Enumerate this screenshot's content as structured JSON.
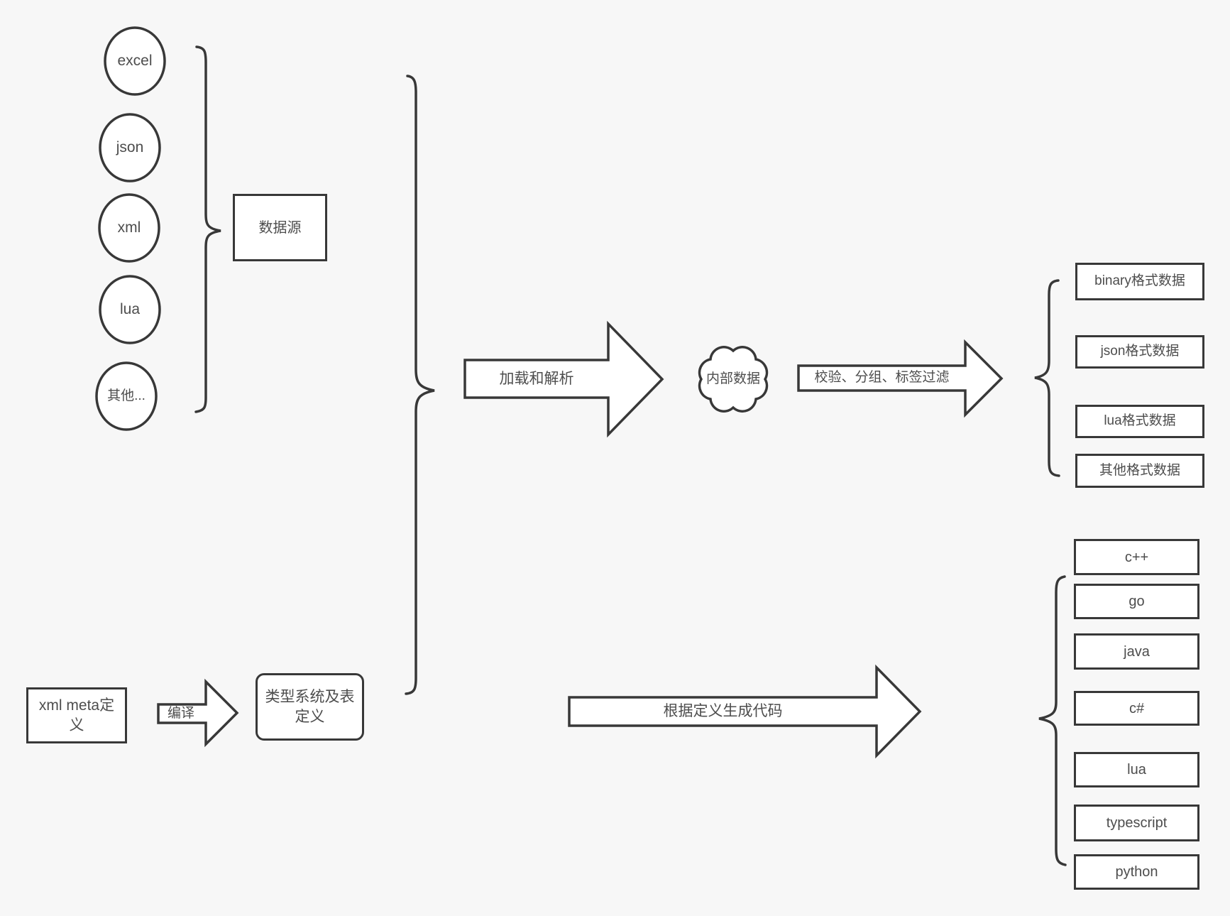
{
  "colors": {
    "background": "#f7f7f7",
    "stroke": "#383838",
    "node_fill": "#ffffff",
    "text": "#4d4d4d"
  },
  "sources": {
    "group_label": "数据源",
    "items": [
      {
        "label": "excel"
      },
      {
        "label": "json"
      },
      {
        "label": "xml"
      },
      {
        "label": "lua"
      },
      {
        "label": "其他..."
      }
    ]
  },
  "flow": {
    "load_arrow_label": "加载和解析",
    "internal_data_label": "内部数据",
    "filter_arrow_label": "校验、分组、标签过滤"
  },
  "outputs": {
    "items": [
      {
        "label": "binary格式数据"
      },
      {
        "label": "json格式数据"
      },
      {
        "label": "lua格式数据"
      },
      {
        "label": "其他格式数据"
      }
    ]
  },
  "definition": {
    "xml_meta_label": "xml meta定义",
    "compile_arrow_label": "编译",
    "type_system_label": "类型系统及表定义",
    "codegen_arrow_label": "根据定义生成代码"
  },
  "languages": {
    "items": [
      {
        "label": "c++"
      },
      {
        "label": "go"
      },
      {
        "label": "java"
      },
      {
        "label": "c#"
      },
      {
        "label": "lua"
      },
      {
        "label": "typescript"
      },
      {
        "label": "python"
      }
    ]
  }
}
